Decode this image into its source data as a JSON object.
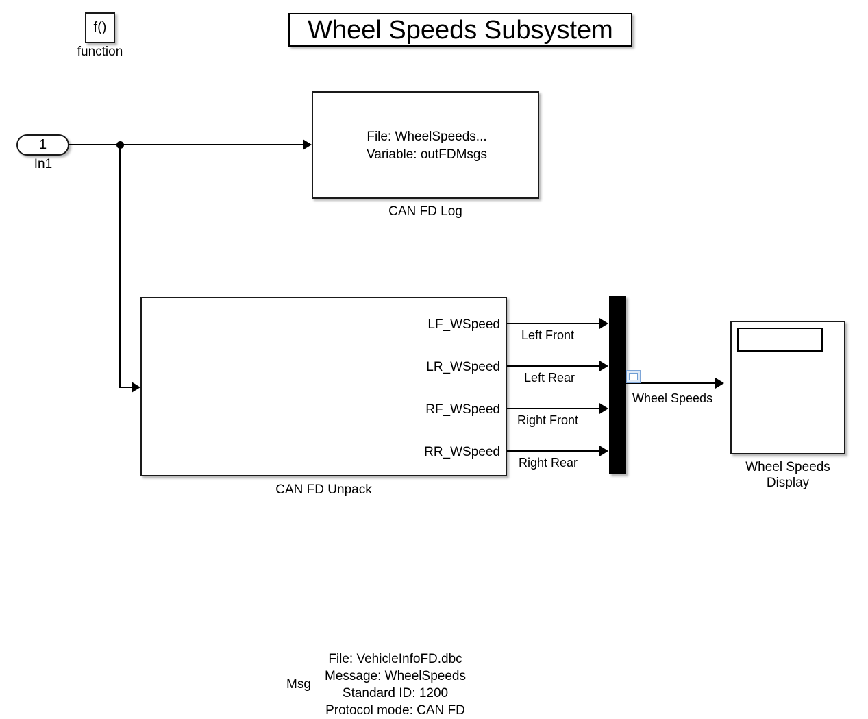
{
  "title": {
    "text": "Wheel Speeds Subsystem"
  },
  "function_block": {
    "glyph": "f()",
    "label": "function"
  },
  "inport": {
    "number": "1",
    "label": "In1"
  },
  "can_fd_log": {
    "body_text": "File: WheelSpeeds...\nVariable: outFDMsgs",
    "label": "CAN FD Log"
  },
  "can_fd_unpack": {
    "input_port": "Msg",
    "body_text": "File: VehicleInfoFD.dbc\nMessage: WheelSpeeds\nStandard ID: 1200\nProtocol mode: CAN FD",
    "label": "CAN FD Unpack",
    "outputs": [
      {
        "port": "LF_WSpeed",
        "signal": "Left Front"
      },
      {
        "port": "LR_WSpeed",
        "signal": "Left Rear"
      },
      {
        "port": "RF_WSpeed",
        "signal": "Right Front"
      },
      {
        "port": "RR_WSpeed",
        "signal": "Right Rear"
      }
    ]
  },
  "mux": {
    "output_signal": "Wheel Speeds"
  },
  "display": {
    "value": "",
    "label": "Wheel Speeds\nDisplay"
  },
  "colors": {
    "block_border": "#1a1a1a",
    "wire": "#000000",
    "background": "#ffffff",
    "mux_fill": "#000000",
    "viewer_badge_border": "#7ea6d8",
    "viewer_badge_fill": "#dfeaf7"
  }
}
